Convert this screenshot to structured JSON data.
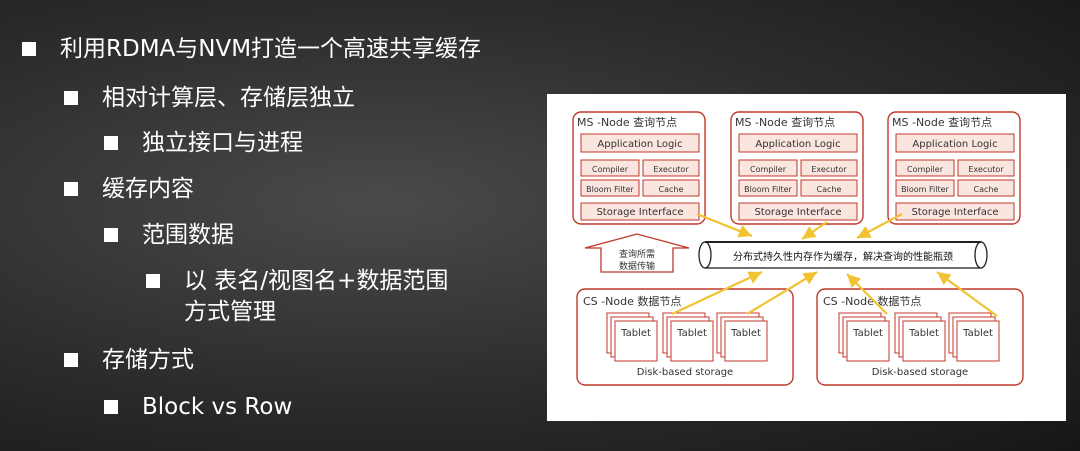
{
  "outline": [
    {
      "level": 1,
      "text": "利用RDMA与NVM打造一个高速共享缓存"
    },
    {
      "level": 2,
      "text": "相对计算层、存储层独立"
    },
    {
      "level": 3,
      "text": "独立接口与进程"
    },
    {
      "level": 2,
      "text": "缓存内容"
    },
    {
      "level": 3,
      "text": "范围数据"
    },
    {
      "level": 4,
      "text": "以 表名/视图名+数据范围"
    },
    {
      "level": 4,
      "cont": true,
      "text": "方式管理"
    },
    {
      "level": 2,
      "text": "存储方式"
    },
    {
      "level": 3,
      "text": "Block vs Row"
    }
  ],
  "diagram": {
    "ms_node_title": "MS -Node 查询节点",
    "app_logic": "Application Logic",
    "compiler": "Compiler",
    "executor": "Executor",
    "bloom": "Bloom Filter",
    "cache": "Cache",
    "storage_if": "Storage Interface",
    "cache_layer": "分布式持久性内存作为缓存，解决查询的性能瓶颈",
    "query_arrow_line1": "查询所需",
    "query_arrow_line2": "数据传输",
    "cs_node_title": "CS -Node 数据节点",
    "tablet": "Tablet",
    "disk": "Disk-based storage",
    "colors": {
      "border": "#c0392b",
      "fill": "#fbe5df",
      "arrow": "#f1c232"
    }
  }
}
